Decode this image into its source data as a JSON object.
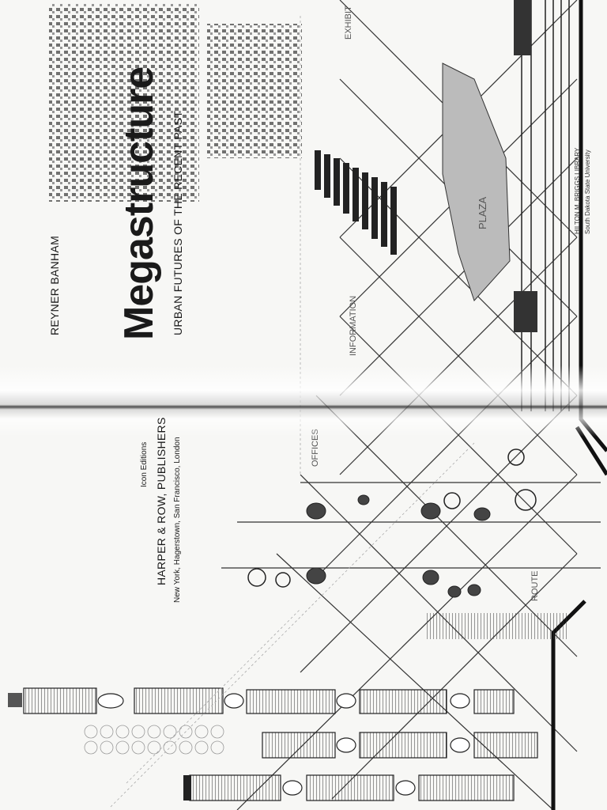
{
  "book": {
    "author": "REYNER BANHAM",
    "title": "Megastructure",
    "subtitle": "URBAN FUTURES OF THE RECENT PAST",
    "series": "Icon Editions",
    "publisher": "HARPER & ROW, PUBLISHERS",
    "cities": "New York, Hagerstown, San Francisco, London"
  },
  "library_stamp": {
    "line1": "HILTON M. BRIGGS LIBRARY",
    "line2": "South Dakota State University"
  },
  "drawing_labels": {
    "exhibit": "EXHIBIT",
    "plaza": "PLAZA",
    "information": "INFORMATION",
    "offices": "OFFICES",
    "route": "ROUTE"
  }
}
